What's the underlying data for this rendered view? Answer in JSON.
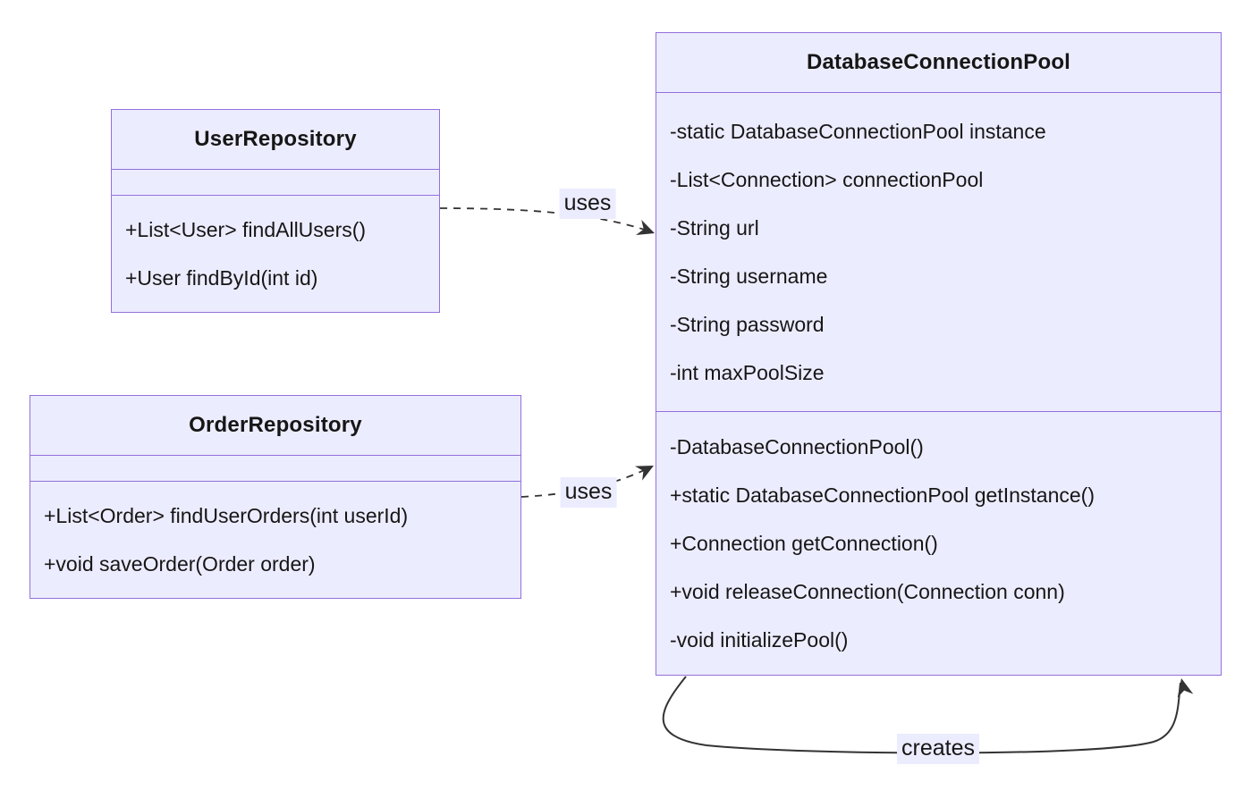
{
  "diagram": {
    "type": "uml-class-diagram",
    "colors": {
      "box_fill": "#ECECFF",
      "box_border": "#9370DB",
      "edge_line": "#333333",
      "text": "#161616",
      "label_bg": "#ECECFF"
    },
    "classes": [
      {
        "name": "UserRepository",
        "attributes": [],
        "methods": [
          "+List<User> findAllUsers()",
          "+User findById(int id)"
        ]
      },
      {
        "name": "OrderRepository",
        "attributes": [],
        "methods": [
          "+List<Order> findUserOrders(int userId)",
          "+void saveOrder(Order order)"
        ]
      },
      {
        "name": "DatabaseConnectionPool",
        "attributes": [
          "-static DatabaseConnectionPool instance",
          "-List<Connection> connectionPool",
          "-String url",
          "-String username",
          "-String password",
          "-int maxPoolSize"
        ],
        "methods": [
          "-DatabaseConnectionPool()",
          "+static DatabaseConnectionPool getInstance()",
          "+Connection getConnection()",
          "+void releaseConnection(Connection conn)",
          "-void initializePool()"
        ]
      }
    ],
    "edges": [
      {
        "from": "UserRepository",
        "to": "DatabaseConnectionPool",
        "label": "uses",
        "style": "dashed-open-arrow"
      },
      {
        "from": "OrderRepository",
        "to": "DatabaseConnectionPool",
        "label": "uses",
        "style": "dashed-open-arrow"
      },
      {
        "from": "DatabaseConnectionPool",
        "to": "DatabaseConnectionPool",
        "label": "creates",
        "style": "solid-self-loop"
      }
    ]
  }
}
